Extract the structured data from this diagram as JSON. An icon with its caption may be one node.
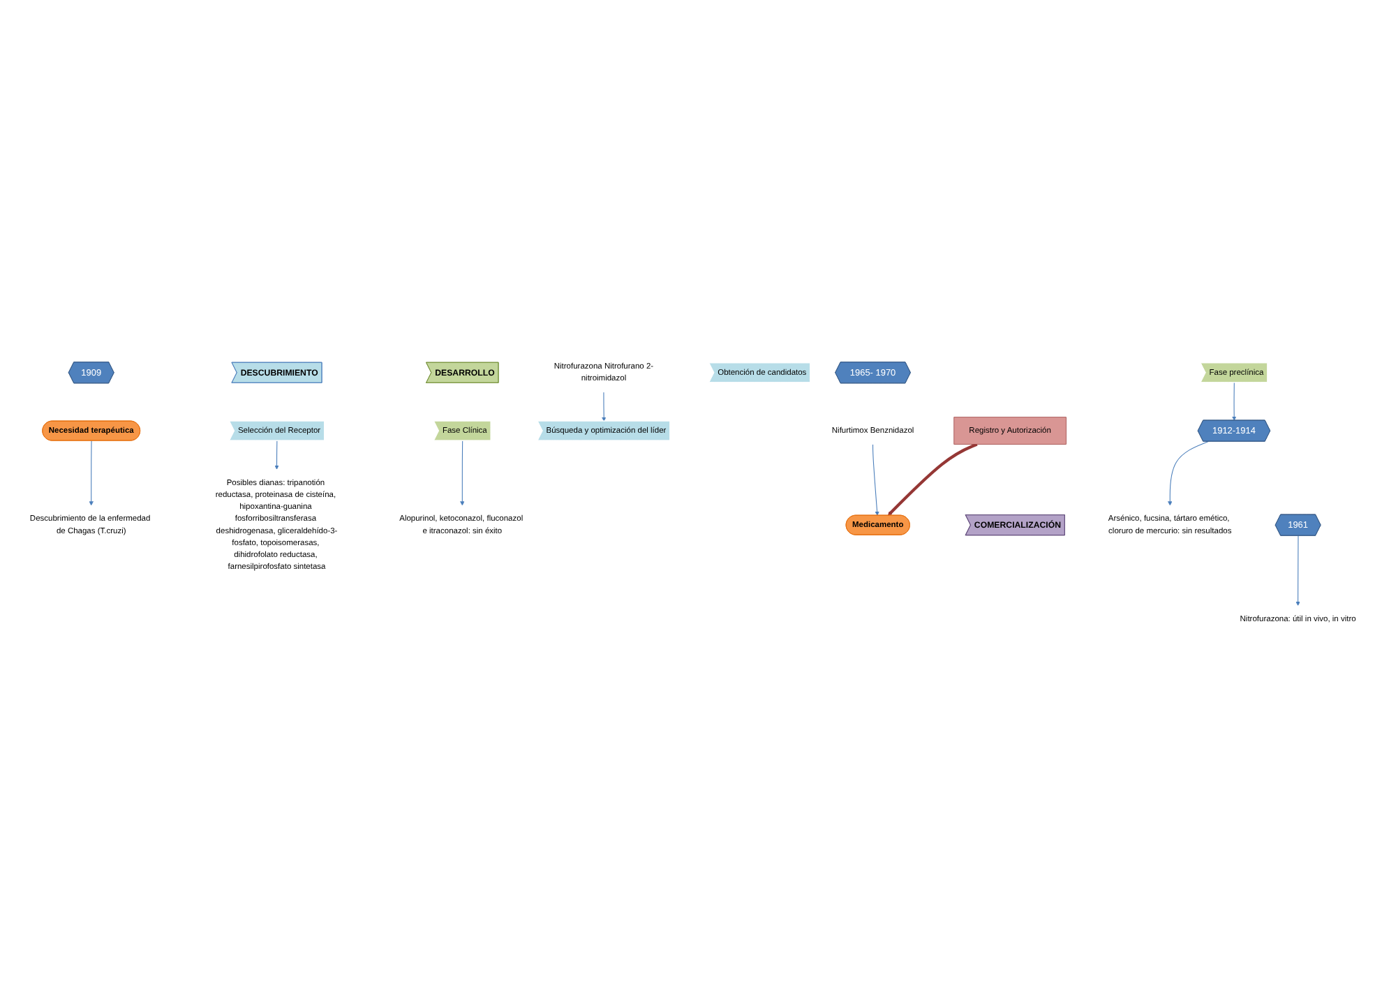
{
  "diagram": {
    "nodes": [
      {
        "text": [
          "1909"
        ]
      },
      {
        "text": [
          "Descubrimiento de la enfermedad de Chagas (T.cruzi)"
        ]
      },
      {
        "text": [
          "Posibles dianas: tripanotión reductasa, proteinasa de cisteína, hipoxantina-guanina fosforribosiltransferasa deshidrogenasa, gliceraldehído-3-fosfato, topoisomerasas, dihidrofolato reductasa, farnesilpirofosfato sintetasa"
        ]
      },
      {
        "text": [
          "Alopurinol, ketoconazol, fluconazol e itraconazol: sin éxito"
        ]
      },
      {
        "text": [
          "1965- 1970"
        ]
      },
      {
        "text": [
          "Nifurtimox Benznidazol"
        ]
      },
      {
        "text": [
          "DESCUBRIMIENTO"
        ]
      },
      {
        "text": [
          "DESARROLLO"
        ]
      },
      {
        "text": [
          "Necesidad terapéutica"
        ]
      },
      {
        "text": [
          "Selección del Receptor"
        ]
      },
      {
        "text": [
          "Búsqueda y optimización del líder"
        ]
      },
      {
        "text": [
          "Obtención de candidatos"
        ]
      },
      {
        "text": [
          "Fase preclínica"
        ]
      },
      {
        "text": [
          "Fase Clínica"
        ]
      },
      {
        "text": [
          "Medicamento"
        ]
      },
      {
        "text": [
          "Registro y Autorización"
        ]
      },
      {
        "text": [
          "COMERCIALIZACIÓN"
        ]
      },
      {
        "text": [
          "Nitrofurazona Nitrofurano 2-nitroimidazol"
        ]
      },
      {
        "text": [
          "1912-1914"
        ]
      },
      {
        "text": [
          "Arsénico, fucsina, tártaro emético, cloruro de mercurio: sin resultados"
        ]
      },
      {
        "text": [
          "1961"
        ]
      },
      {
        "text": [
          "Nitrofurazona: útil in vivo, in vitro"
        ]
      }
    ],
    "edges": [
      {
        "from": 8,
        "to": 1,
        "arrow": "to"
      },
      {
        "from": 9,
        "to": 2,
        "arrow": "to"
      },
      {
        "from": 13,
        "to": 3,
        "arrow": "to"
      },
      {
        "from": 5,
        "to": 14,
        "arrow": "to"
      },
      {
        "from": 15,
        "to": 14,
        "arrow": "to",
        "style": "thick",
        "color": "#953735"
      },
      {
        "from": 17,
        "to": 10,
        "arrow": "to"
      },
      {
        "from": 12,
        "to": 18,
        "arrow": "to"
      },
      {
        "from": 18,
        "to": 19,
        "arrow": "to"
      },
      {
        "from": 20,
        "to": 21,
        "arrow": "to"
      }
    ]
  }
}
